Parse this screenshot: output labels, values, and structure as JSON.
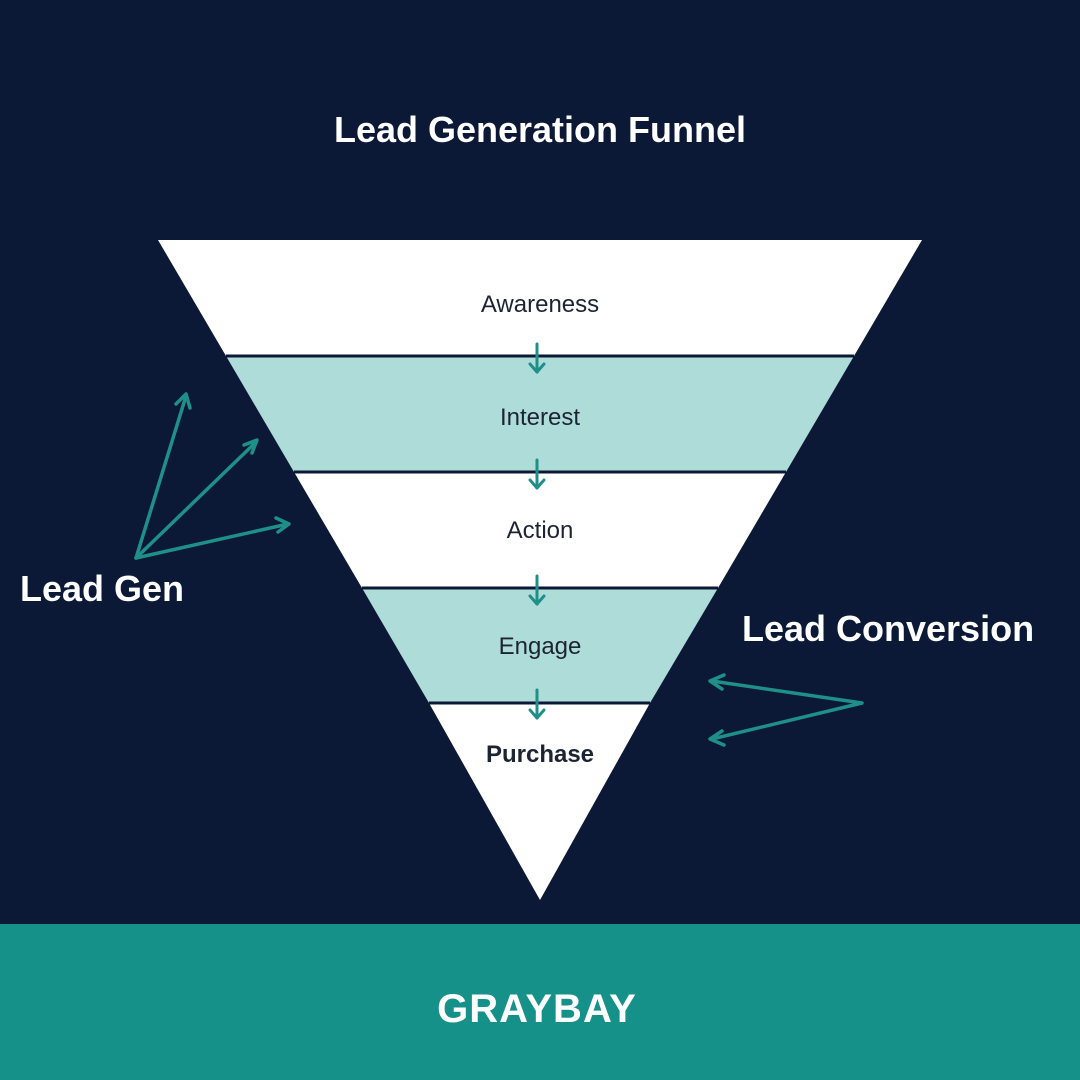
{
  "title": "Lead Generation Funnel",
  "colors": {
    "background": "#0b1836",
    "funnel_light": "#ffffff",
    "funnel_accent": "#aedcd8",
    "divider": "#0b1836",
    "arrow": "#1f8f89",
    "stage_text": "#1c2433",
    "footer": "#16918a",
    "white": "#ffffff"
  },
  "funnel": {
    "stages": [
      {
        "label": "Awareness",
        "fill": "light",
        "bold": false
      },
      {
        "label": "Interest",
        "fill": "accent",
        "bold": false
      },
      {
        "label": "Action",
        "fill": "light",
        "bold": false
      },
      {
        "label": "Engage",
        "fill": "accent",
        "bold": false
      },
      {
        "label": "Purchase",
        "fill": "light",
        "bold": true
      }
    ]
  },
  "labels": {
    "lead_gen": "Lead Gen",
    "lead_conversion": "Lead Conversion"
  },
  "brand": {
    "logo_text": "GRAYBAY"
  }
}
